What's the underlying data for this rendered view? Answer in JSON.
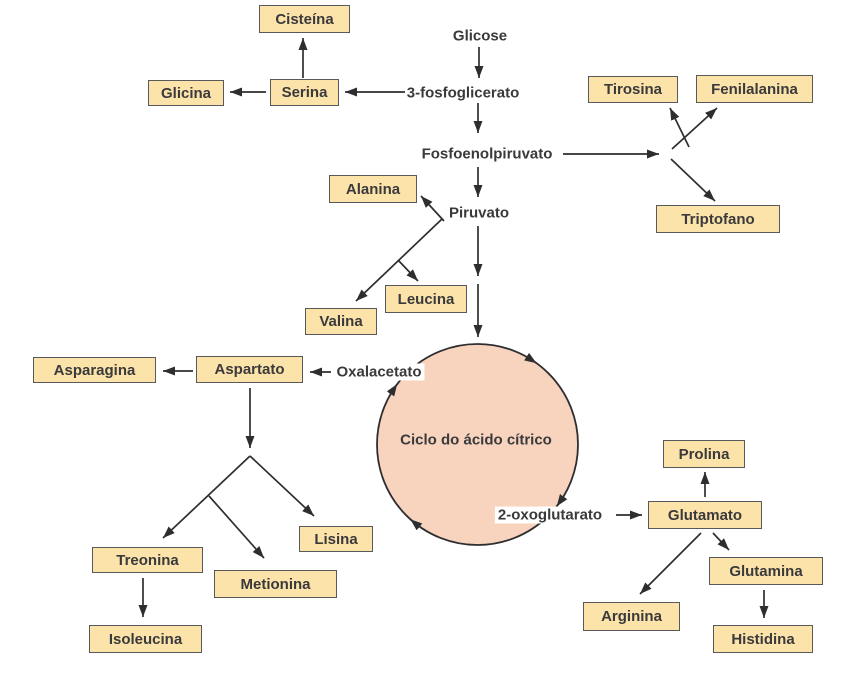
{
  "title": "Ciclo do ácido cítrico",
  "nodes": {
    "glicose": "Glicose",
    "fosfoglicerato": "3-fosfoglicerato",
    "serina": "Serina",
    "cisteina": "Cisteína",
    "glicina": "Glicina",
    "fosfoenolpiruvato": "Fosfoenolpiruvato",
    "tirosina": "Tirosina",
    "fenilalanina": "Fenilalanina",
    "triptofano": "Triptofano",
    "piruvato": "Piruvato",
    "alanina": "Alanina",
    "valina": "Valina",
    "leucina": "Leucina",
    "ciclo": "Ciclo do ácido cítrico",
    "oxalacetato": "Oxalacetato",
    "aspartato": "Aspartato",
    "asparagina": "Asparagina",
    "treonina": "Treonina",
    "metionina": "Metionina",
    "lisina": "Lisina",
    "isoleucina": "Isoleucina",
    "oxoglutarato": "2-oxoglutarato",
    "glutamato": "Glutamato",
    "prolina": "Prolina",
    "glutamina": "Glutamina",
    "arginina": "Arginina",
    "histidina": "Histidina"
  },
  "edges": [
    "glicose->3-fosfoglicerato",
    "3-fosfoglicerato->serina",
    "serina->cisteina",
    "serina->glicina",
    "3-fosfoglicerato->fosfoenolpiruvato",
    "fosfoenolpiruvato->tirosina",
    "fosfoenolpiruvato->fenilalanina",
    "fosfoenolpiruvato->triptofano",
    "fosfoenolpiruvato->piruvato",
    "piruvato->alanina",
    "piruvato->valina",
    "piruvato->leucina",
    "piruvato->ciclo-do-acido-citrico",
    "oxalacetato->aspartato",
    "aspartato->asparagina",
    "aspartato->treonina",
    "aspartato->metionina",
    "aspartato->lisina",
    "treonina->isoleucina",
    "2-oxoglutarato->glutamato",
    "glutamato->prolina",
    "glutamato->arginina",
    "glutamato->glutamina",
    "glutamina->histidina"
  ],
  "colors": {
    "box_fill": "#FCE3A9",
    "box_border": "#58595b",
    "circle_fill": "#F8D3BE",
    "line": "#2e2e30",
    "text": "#3a3a3c"
  }
}
